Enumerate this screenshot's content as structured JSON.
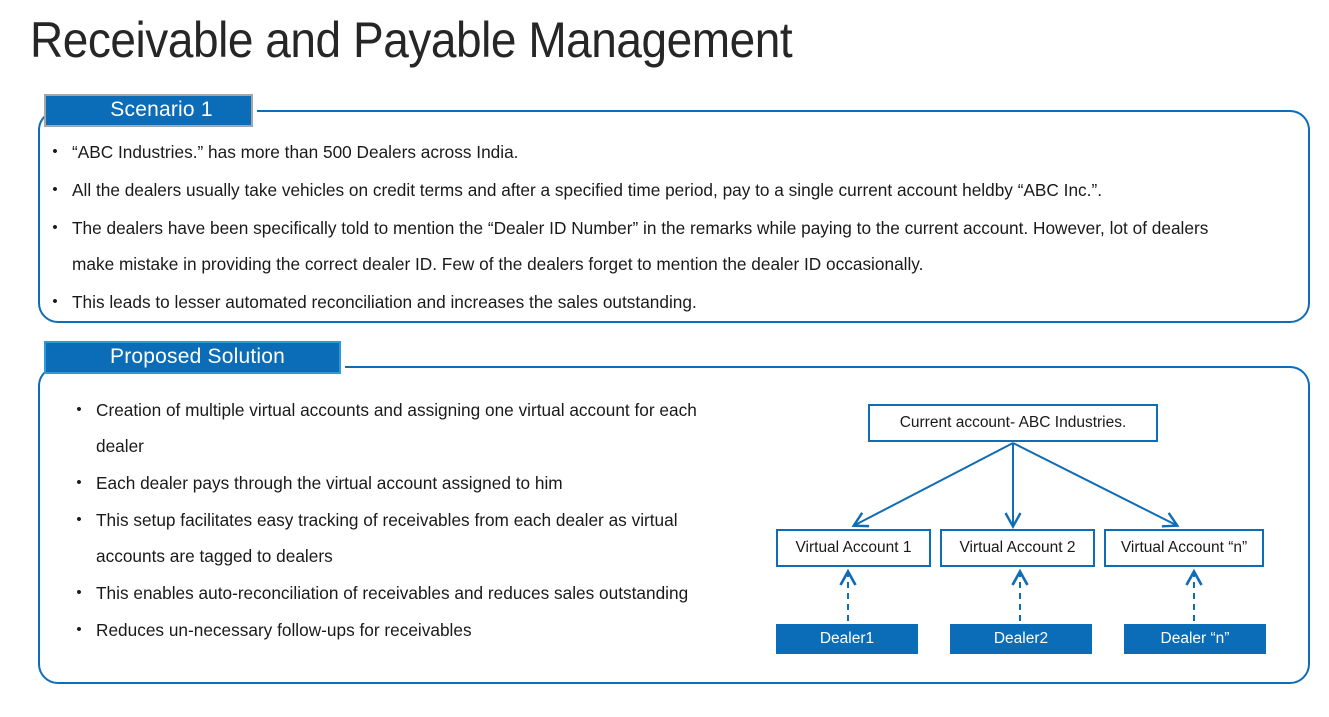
{
  "title": "Receivable and Payable Management",
  "sections": [
    {
      "badge": "Scenario 1",
      "bullets": [
        "“ABC Industries.” has more than 500 Dealers across India.",
        "All the dealers usually take vehicles on credit terms and after a specified time period, pay to a single current account heldby “ABC Inc.”.",
        "The dealers have been specifically told to mention the “Dealer ID Number” in the remarks while paying to the current account. However, lot of dealers make mistake in providing the correct dealer ID. Few of the dealers forget to mention the dealer ID occasionally.",
        "This leads to lesser automated reconciliation and increases the sales outstanding."
      ]
    },
    {
      "badge": "Proposed Solution",
      "bullets": [
        "Creation of multiple virtual accounts and assigning one virtual account for each dealer",
        "Each dealer pays through the virtual account assigned to him",
        "This setup facilitates easy tracking of receivables from each dealer as virtual accounts are tagged to dealers",
        "This enables auto-reconciliation of receivables and reduces sales outstanding",
        "Reduces un-necessary follow-ups for receivables"
      ]
    }
  ],
  "diagram": {
    "current_account": "Current account- ABC Industries.",
    "virtual_accounts": [
      "Virtual Account 1",
      "Virtual Account 2",
      "Virtual Account “n”"
    ],
    "dealers": [
      "Dealer1",
      "Dealer2",
      "Dealer “n”"
    ]
  },
  "colors": {
    "accent_blue": "#0b6cb7",
    "border_blue": "#0f6cb6",
    "badge_border_gray": "#a6a6a6",
    "badge_border_blue": "#2e9bd6",
    "text": "#1a1a1a",
    "white": "#ffffff"
  },
  "bullet_glyph": "•"
}
